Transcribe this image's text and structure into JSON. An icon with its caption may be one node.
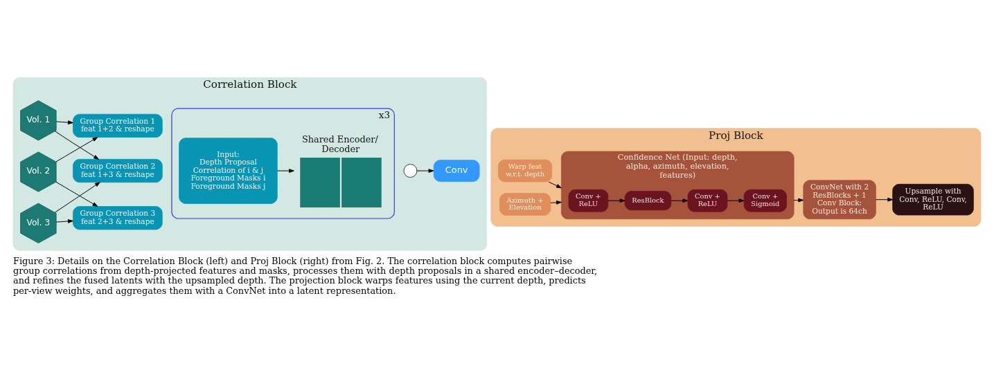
{
  "diagram": {
    "caption": "Figure 3: Details on the Correlation Block (left) and Proj Block (right) from Fig. 2. The correlation block computes pairwise group correlations from depth-projected features and masks, processes them with depth proposals in a shared encoder–decoder, and refines the fused latents with the upsampled depth. The projection block warps features using the current depth, predicts per-view weights, and aggregates them with a ConvNet into a latent representation.",
    "nodes": [
      {
        "text": [
          "Correlation Block"
        ]
      },
      {
        "text": [
          "Vol. 1"
        ],
        "in": 0
      },
      {
        "text": [
          "Vol. 2"
        ],
        "in": 0
      },
      {
        "text": [
          "Vol. 3"
        ],
        "in": 0
      },
      {
        "text": [
          "Group Correlation 1",
          "feat 1+2 & reshape"
        ],
        "in": 0
      },
      {
        "text": [
          "Group Correlation 2",
          "feat 1+3 & reshape"
        ],
        "in": 0
      },
      {
        "text": [
          "Group Correlation 3",
          "feat 2+3 & reshape"
        ],
        "in": 0
      },
      {
        "text": [
          "x3"
        ],
        "in": 0
      },
      {
        "text": [
          "Input:",
          "Depth Proposal",
          "Correlation of i & j",
          "Foreground Masks i",
          "Foreground Masks j"
        ],
        "in": 7
      },
      {
        "text": [
          "Shared Encoder/ Decoder"
        ],
        "in": 7
      },
      {
        "text": [],
        "shape": "circle",
        "in": 0
      },
      {
        "text": [
          "Conv"
        ],
        "in": 0
      },
      {
        "text": [
          "Proj Block"
        ]
      },
      {
        "text": [
          "Warp feat w.r.t. depth"
        ],
        "in": 12
      },
      {
        "text": [
          "Azimuth + Elevation"
        ],
        "in": 12
      },
      {
        "text": [
          "Confidence Net (Input: depth, alpha, azimuth, elevation, features)"
        ],
        "in": 12
      },
      {
        "text": [
          "Conv + ReLU"
        ],
        "in": 15
      },
      {
        "text": [
          "ResBlock"
        ],
        "in": 15
      },
      {
        "text": [
          "Conv + ReLU"
        ],
        "in": 15
      },
      {
        "text": [
          "Conv + Sigmoid"
        ],
        "in": 15
      },
      {
        "text": [
          "ConvNet with 2 ResBlocks + 1 Conv Block: Output is 64ch"
        ],
        "in": 12
      },
      {
        "text": [
          "Upsample with Conv, ReLU, Conv, ReLU"
        ],
        "in": 12
      }
    ],
    "edges": [
      {
        "from": 1,
        "to": 4,
        "arrow": "to"
      },
      {
        "from": 1,
        "to": 5,
        "arrow": "to"
      },
      {
        "from": 2,
        "to": 4,
        "arrow": "to"
      },
      {
        "from": 2,
        "to": 6,
        "arrow": "to"
      },
      {
        "from": 3,
        "to": 5,
        "arrow": "to"
      },
      {
        "from": 3,
        "to": 6,
        "arrow": "to"
      },
      {
        "from": 8,
        "to": 9,
        "arrow": "to"
      },
      {
        "from": 10,
        "to": 11,
        "arrow": "to"
      },
      {
        "from": 13,
        "to": 15,
        "arrow": "to"
      },
      {
        "from": 14,
        "to": 15,
        "arrow": "to"
      },
      {
        "from": 16,
        "to": 17,
        "arrow": "to"
      },
      {
        "from": 17,
        "to": 18,
        "arrow": "to"
      },
      {
        "from": 18,
        "to": 19,
        "arrow": "to"
      },
      {
        "from": 15,
        "to": 20,
        "arrow": "to"
      },
      {
        "from": 20,
        "to": 21,
        "arrow": "to"
      }
    ]
  }
}
